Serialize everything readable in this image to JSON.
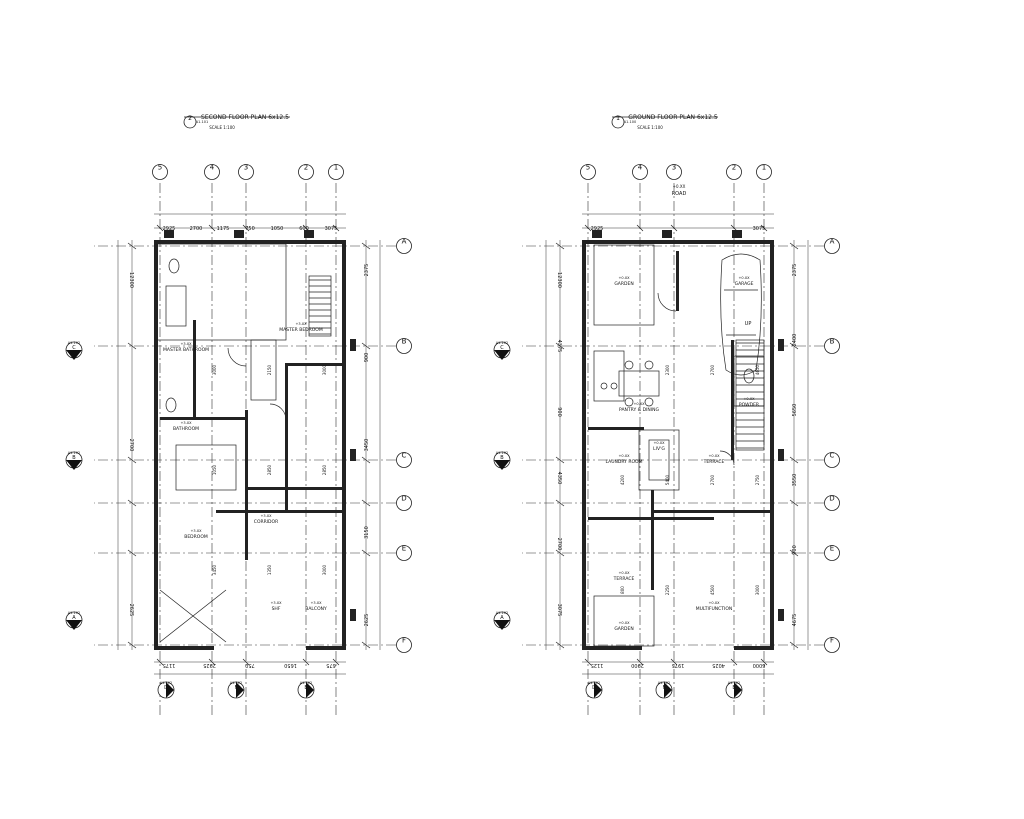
{
  "plans": [
    {
      "title": "SECOND FLOOR PLAN 6x12.5",
      "number": "2",
      "sheet": "A1.101",
      "scale": "SCALE 1:100",
      "grid_cols": [
        "5",
        "4",
        "3",
        "2",
        "1"
      ],
      "grid_rows": [
        "A",
        "B",
        "C",
        "D",
        "E",
        "F"
      ],
      "top_dims": [
        "675",
        "1650",
        "750",
        "2925",
        "1175"
      ],
      "bottom_dims": [
        "3075",
        "600",
        "1050",
        "750",
        "1175",
        "2700",
        "2925"
      ],
      "right_dims": [
        "2625",
        "3150",
        "3450",
        "900",
        "2375"
      ],
      "left_dims": [
        "2625",
        "2700",
        "12300"
      ],
      "inner_dims": [
        "3000",
        "1350",
        "3450",
        "2850",
        "2850",
        "1050",
        "3000",
        "2150",
        "3000"
      ],
      "rooms": [
        {
          "name": "MASTER BEDROOM",
          "code": "+3.XX"
        },
        {
          "name": "MASTER BATHROOM",
          "code": "+3.XX"
        },
        {
          "name": "BATHROOM",
          "code": "+3.XX"
        },
        {
          "name": "BEDROOM",
          "code": "+3.XX"
        },
        {
          "name": "CORRIDOR",
          "code": "+3.XX"
        },
        {
          "name": "SHF",
          "code": "+3.XX"
        },
        {
          "name": "BALCONY",
          "code": "+3.XX"
        }
      ],
      "section_marks": [
        {
          "letter": "A",
          "sheet": "A1.102"
        },
        {
          "letter": "B",
          "sheet": "A1.102"
        },
        {
          "letter": "C",
          "sheet": "A1.102"
        },
        {
          "letter": "E",
          "sheet": "A1.102"
        },
        {
          "letter": "F",
          "sheet": "A1.102"
        },
        {
          "letter": "D",
          "sheet": "A1.102"
        }
      ]
    },
    {
      "title": "GROUND FLOOR PLAN 6x12.5",
      "number": "1",
      "sheet": "A1.100",
      "scale": "SCALE 1:100",
      "road_label": "ROAD",
      "road_code": "+0.XX",
      "grid_cols": [
        "5",
        "4",
        "3",
        "2",
        "1"
      ],
      "grid_rows": [
        "A",
        "B",
        "C",
        "D",
        "E",
        "F"
      ],
      "top_dims": [
        "6000",
        "4025",
        "1975",
        "2900",
        "1125"
      ],
      "bottom_dims": [
        "3075",
        "2925"
      ],
      "right_dims": [
        "4675",
        "900",
        "3550",
        "5650",
        "2400",
        "2375"
      ],
      "left_dims": [
        "3075",
        "2700",
        "4350",
        "900",
        "4375",
        "12300"
      ],
      "inner_dims": [
        "3000",
        "4500",
        "2250",
        "800",
        "2750",
        "2700",
        "5400",
        "4200",
        "4650",
        "2700",
        "2300"
      ],
      "rooms": [
        {
          "name": "GARAGE",
          "code": "+0.XX"
        },
        {
          "name": "GARDEN",
          "code": "+0.XX"
        },
        {
          "name": "LAUNDRY ROOM",
          "code": "+0.XX"
        },
        {
          "name": "TERRACE",
          "code": "+0.XX"
        },
        {
          "name": "LIV'G",
          "code": "+0.XX"
        },
        {
          "name": "PANTRY & DINING",
          "code": "+0.XX"
        },
        {
          "name": "POWDER",
          "code": "+0.XX"
        },
        {
          "name": "TERRACE",
          "code": "+0.XX"
        },
        {
          "name": "MULTIFUNCTION",
          "code": "+0.XX"
        },
        {
          "name": "GARDEN",
          "code": "+0.XX"
        }
      ],
      "up_label": "UP",
      "section_marks": [
        {
          "letter": "A",
          "sheet": "A1.102"
        },
        {
          "letter": "B",
          "sheet": "A1.102"
        },
        {
          "letter": "C",
          "sheet": "A1.102"
        },
        {
          "letter": "E",
          "sheet": "A1.102"
        },
        {
          "letter": "F",
          "sheet": "A1.102"
        },
        {
          "letter": "D",
          "sheet": "A1.102"
        }
      ]
    }
  ]
}
